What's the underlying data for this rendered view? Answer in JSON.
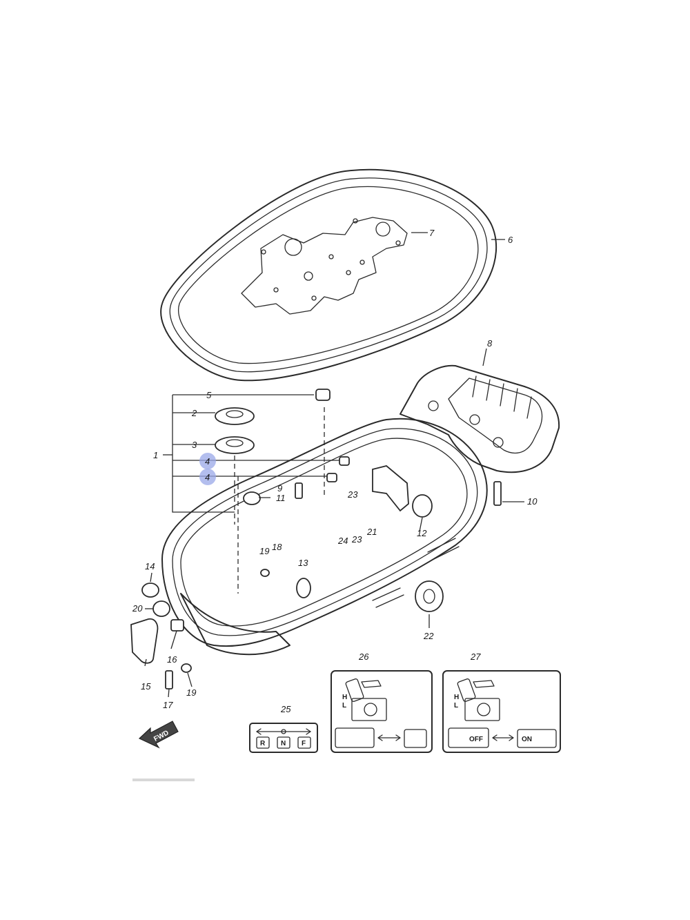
{
  "callouts": {
    "c1": "1",
    "c2": "2",
    "c3": "3",
    "c4a": "4",
    "c4b": "4",
    "c5": "5",
    "c6": "6",
    "c7": "7",
    "c8": "8",
    "c9": "9",
    "c10": "10",
    "c11": "11",
    "c12": "12",
    "c13": "13",
    "c14": "14",
    "c15": "15",
    "c16": "16",
    "c17": "17",
    "c18": "18",
    "c19a": "19",
    "c19b": "19",
    "c20": "20",
    "c21": "21",
    "c22": "22",
    "c23a": "23",
    "c23b": "23",
    "c24": "24",
    "c25": "25",
    "c26": "26",
    "c27": "27"
  },
  "labels": {
    "fwd": "FWD",
    "shift_r": "R",
    "shift_n": "N",
    "shift_f": "F",
    "off": "OFF",
    "on": "ON",
    "h": "H",
    "l": "L"
  },
  "colors": {
    "line": "#2a2a2a",
    "highlight": "#9aa8e8",
    "background": "#ffffff"
  }
}
